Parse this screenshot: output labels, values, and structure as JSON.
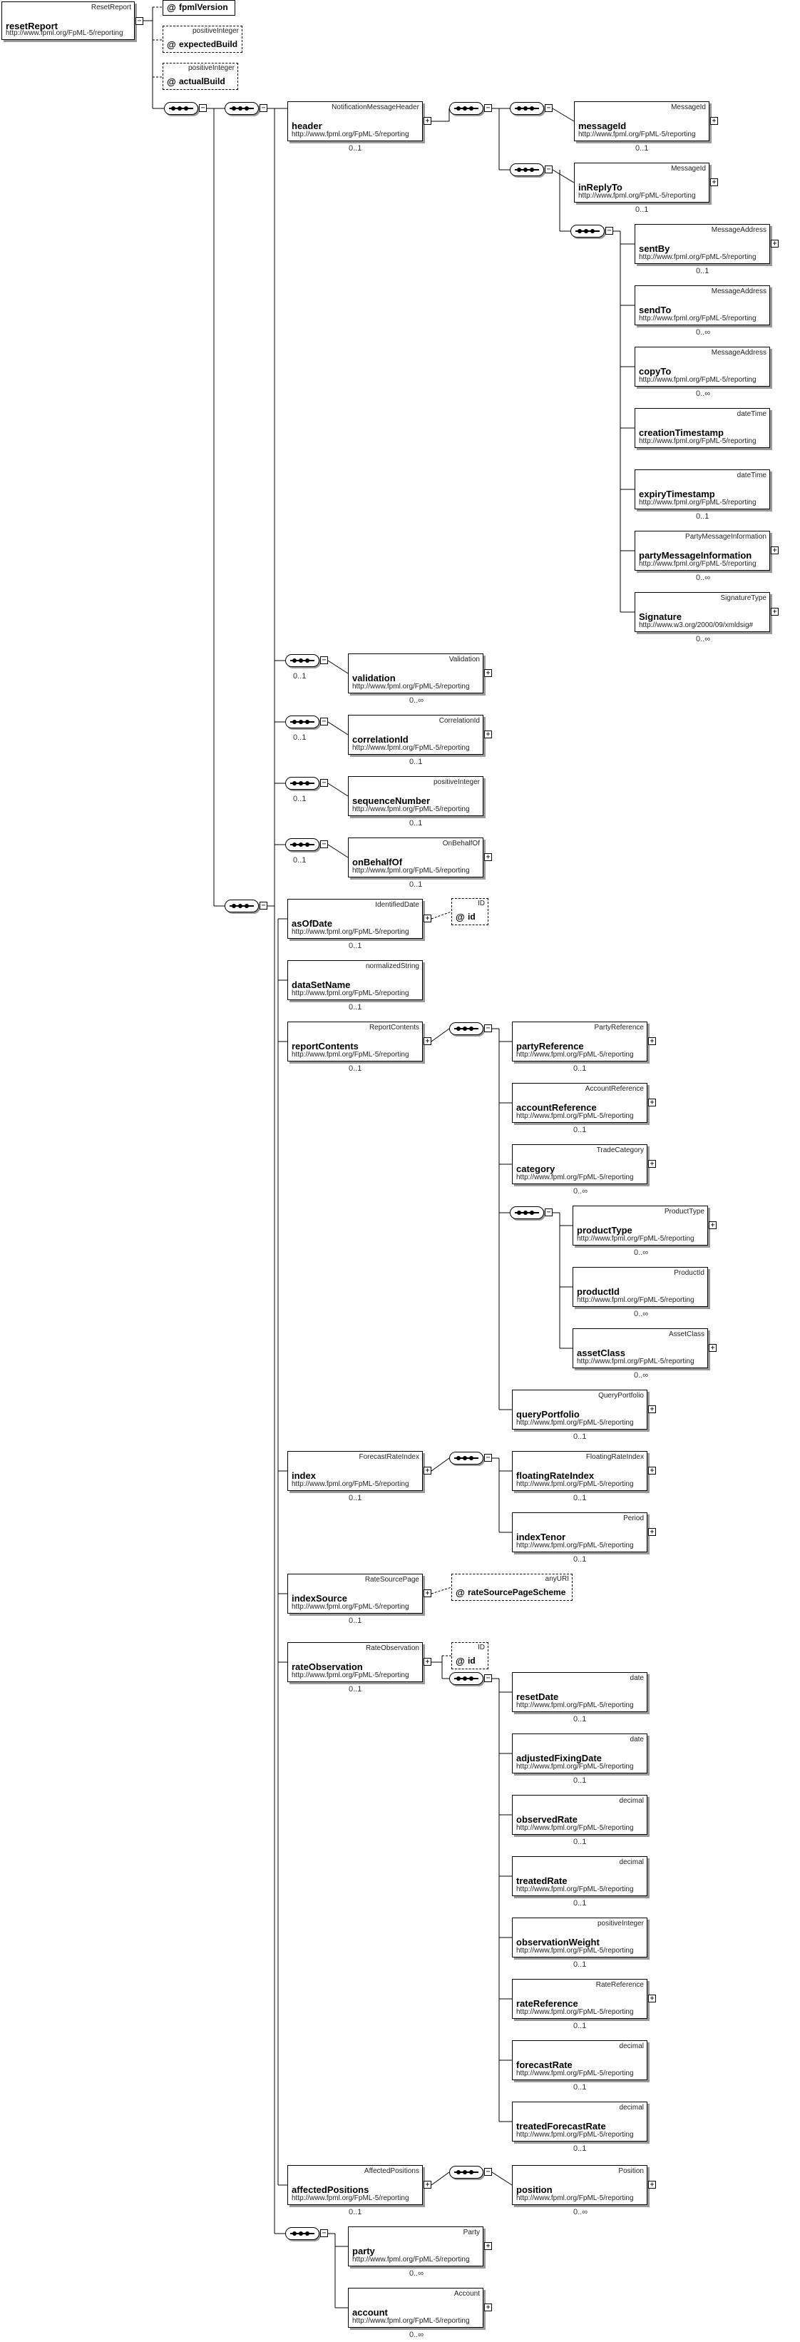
{
  "diagram": {
    "root": {
      "name": "resetReport",
      "type": "ResetReport",
      "ns": "http://www.fpml.org/FpML-5/reporting"
    },
    "root_attributes": [
      {
        "name": "fpmlVersion",
        "type": "",
        "symbol": "@"
      },
      {
        "name": "expectedBuild",
        "type": "positiveInteger",
        "symbol": "@"
      },
      {
        "name": "actualBuild",
        "type": "positiveInteger",
        "symbol": "@"
      }
    ],
    "elements": [
      {
        "name": "header",
        "type": "NotificationMessageHeader",
        "ns": "http://www.fpml.org/FpML-5/reporting",
        "card": "0..1"
      },
      {
        "name": "messageId",
        "type": "MessageId",
        "ns": "http://www.fpml.org/FpML-5/reporting",
        "card": "0..1"
      },
      {
        "name": "inReplyTo",
        "type": "MessageId",
        "ns": "http://www.fpml.org/FpML-5/reporting",
        "card": "0..1"
      },
      {
        "name": "sentBy",
        "type": "MessageAddress",
        "ns": "http://www.fpml.org/FpML-5/reporting",
        "card": "0..1"
      },
      {
        "name": "sendTo",
        "type": "MessageAddress",
        "ns": "http://www.fpml.org/FpML-5/reporting",
        "card": "0..∞"
      },
      {
        "name": "copyTo",
        "type": "MessageAddress",
        "ns": "http://www.fpml.org/FpML-5/reporting",
        "card": "0..∞"
      },
      {
        "name": "creationTimestamp",
        "type": "dateTime",
        "ns": "http://www.fpml.org/FpML-5/reporting",
        "card": ""
      },
      {
        "name": "expiryTimestamp",
        "type": "dateTime",
        "ns": "http://www.fpml.org/FpML-5/reporting",
        "card": "0..1"
      },
      {
        "name": "partyMessageInformation",
        "type": "PartyMessageInformation",
        "ns": "http://www.fpml.org/FpML-5/reporting",
        "card": "0..∞"
      },
      {
        "name": "Signature",
        "type": "SignatureType",
        "ns": "http://www.w3.org/2000/09/xmldsig#",
        "card": "0..∞"
      },
      {
        "name": "validation",
        "type": "Validation",
        "ns": "http://www.fpml.org/FpML-5/reporting",
        "card": "0..∞"
      },
      {
        "name": "correlationId",
        "type": "CorrelationId",
        "ns": "http://www.fpml.org/FpML-5/reporting",
        "card": "0..1"
      },
      {
        "name": "sequenceNumber",
        "type": "positiveInteger",
        "ns": "http://www.fpml.org/FpML-5/reporting",
        "card": "0..1"
      },
      {
        "name": "onBehalfOf",
        "type": "OnBehalfOf",
        "ns": "http://www.fpml.org/FpML-5/reporting",
        "card": "0..1"
      },
      {
        "name": "asOfDate",
        "type": "IdentifiedDate",
        "ns": "http://www.fpml.org/FpML-5/reporting",
        "card": "0..1"
      },
      {
        "name": "dataSetName",
        "type": "normalizedString",
        "ns": "http://www.fpml.org/FpML-5/reporting",
        "card": "0..1"
      },
      {
        "name": "reportContents",
        "type": "ReportContents",
        "ns": "http://www.fpml.org/FpML-5/reporting",
        "card": "0..1"
      },
      {
        "name": "partyReference",
        "type": "PartyReference",
        "ns": "http://www.fpml.org/FpML-5/reporting",
        "card": "0..1"
      },
      {
        "name": "accountReference",
        "type": "AccountReference",
        "ns": "http://www.fpml.org/FpML-5/reporting",
        "card": "0..1"
      },
      {
        "name": "category",
        "type": "TradeCategory",
        "ns": "http://www.fpml.org/FpML-5/reporting",
        "card": "0..∞"
      },
      {
        "name": "productType",
        "type": "ProductType",
        "ns": "http://www.fpml.org/FpML-5/reporting",
        "card": "0..∞"
      },
      {
        "name": "productId",
        "type": "ProductId",
        "ns": "http://www.fpml.org/FpML-5/reporting",
        "card": "0..∞"
      },
      {
        "name": "assetClass",
        "type": "AssetClass",
        "ns": "http://www.fpml.org/FpML-5/reporting",
        "card": "0..∞"
      },
      {
        "name": "queryPortfolio",
        "type": "QueryPortfolio",
        "ns": "http://www.fpml.org/FpML-5/reporting",
        "card": "0..1"
      },
      {
        "name": "index",
        "type": "ForecastRateIndex",
        "ns": "http://www.fpml.org/FpML-5/reporting",
        "card": "0..1"
      },
      {
        "name": "floatingRateIndex",
        "type": "FloatingRateIndex",
        "ns": "http://www.fpml.org/FpML-5/reporting",
        "card": "0..1"
      },
      {
        "name": "indexTenor",
        "type": "Period",
        "ns": "http://www.fpml.org/FpML-5/reporting",
        "card": "0..1"
      },
      {
        "name": "indexSource",
        "type": "RateSourcePage",
        "ns": "http://www.fpml.org/FpML-5/reporting",
        "card": "0..1"
      },
      {
        "name": "rateObservation",
        "type": "RateObservation",
        "ns": "http://www.fpml.org/FpML-5/reporting",
        "card": "0..1"
      },
      {
        "name": "resetDate",
        "type": "date",
        "ns": "http://www.fpml.org/FpML-5/reporting",
        "card": "0..1"
      },
      {
        "name": "adjustedFixingDate",
        "type": "date",
        "ns": "http://www.fpml.org/FpML-5/reporting",
        "card": "0..1"
      },
      {
        "name": "observedRate",
        "type": "decimal",
        "ns": "http://www.fpml.org/FpML-5/reporting",
        "card": "0..1"
      },
      {
        "name": "treatedRate",
        "type": "decimal",
        "ns": "http://www.fpml.org/FpML-5/reporting",
        "card": "0..1"
      },
      {
        "name": "observationWeight",
        "type": "positiveInteger",
        "ns": "http://www.fpml.org/FpML-5/reporting",
        "card": "0..1"
      },
      {
        "name": "rateReference",
        "type": "RateReference",
        "ns": "http://www.fpml.org/FpML-5/reporting",
        "card": "0..1"
      },
      {
        "name": "forecastRate",
        "type": "decimal",
        "ns": "http://www.fpml.org/FpML-5/reporting",
        "card": "0..1"
      },
      {
        "name": "treatedForecastRate",
        "type": "decimal",
        "ns": "http://www.fpml.org/FpML-5/reporting",
        "card": "0..1"
      },
      {
        "name": "affectedPositions",
        "type": "AffectedPositions",
        "ns": "http://www.fpml.org/FpML-5/reporting",
        "card": "0..1"
      },
      {
        "name": "position",
        "type": "Position",
        "ns": "http://www.fpml.org/FpML-5/reporting",
        "card": "0..∞"
      },
      {
        "name": "party",
        "type": "Party",
        "ns": "http://www.fpml.org/FpML-5/reporting",
        "card": "0..∞"
      },
      {
        "name": "account",
        "type": "Account",
        "ns": "http://www.fpml.org/FpML-5/reporting",
        "card": "0..∞"
      }
    ],
    "element_attributes": [
      {
        "name": "id",
        "type": "ID",
        "symbol": "@"
      },
      {
        "name": "rateSourcePageScheme",
        "type": "anyURI",
        "symbol": "@"
      },
      {
        "name": "id",
        "type": "ID",
        "symbol": "@"
      }
    ],
    "group_cardinalities": [
      "0..1",
      "0..1",
      "0..1",
      "0..1"
    ]
  }
}
